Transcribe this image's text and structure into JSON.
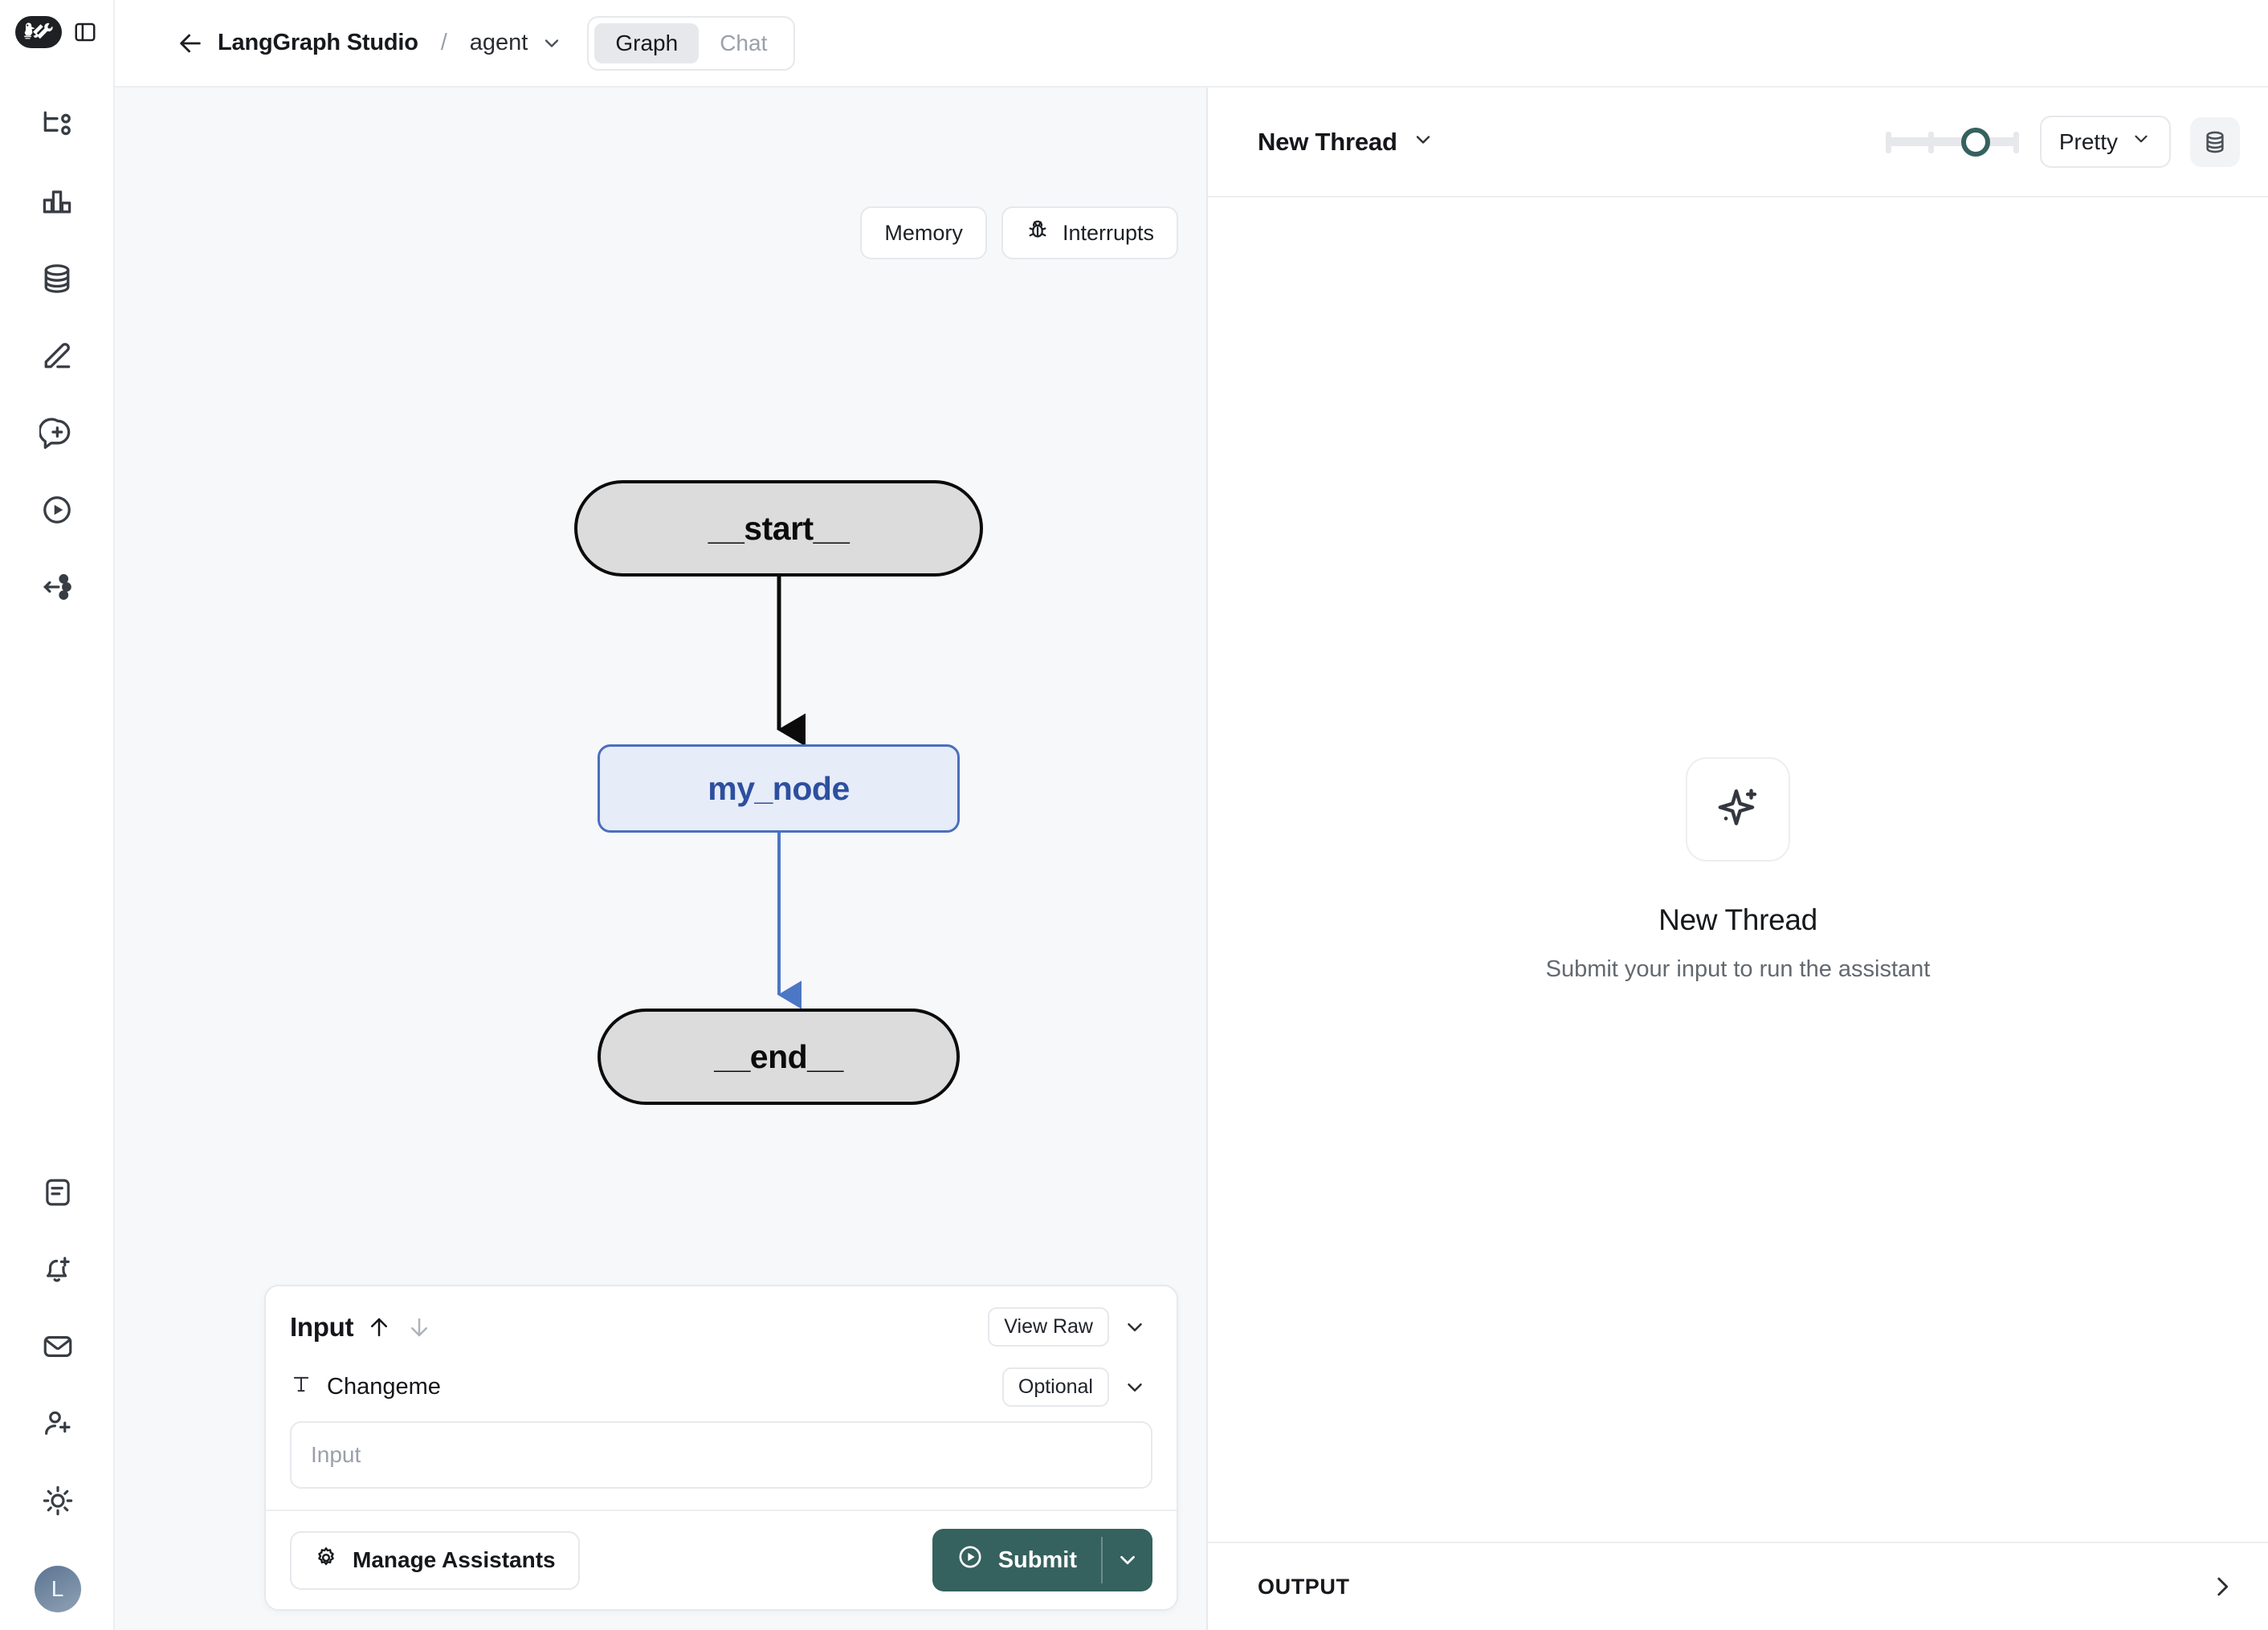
{
  "brand": {
    "logo_icon": "langchain-parrot-tools-icon",
    "panel_toggle_icon": "sidebar-panel-toggle-icon"
  },
  "colors": {
    "accent_teal": "#35615e",
    "node_active_border": "#4b6fbd",
    "node_active_fill": "#e6ecf8",
    "node_terminal_fill": "#dcdcdc",
    "canvas_bg": "#f7f8fa"
  },
  "topbar": {
    "back_icon": "arrow-left-icon",
    "title": "LangGraph Studio",
    "separator": "/",
    "assistant": "agent",
    "assistant_chevron_icon": "chevron-down-icon",
    "tabs": [
      {
        "label": "Graph",
        "active": true
      },
      {
        "label": "Chat",
        "active": false
      }
    ]
  },
  "rail": {
    "items": [
      {
        "icon": "git-branch-icon",
        "name": "graph"
      },
      {
        "icon": "bar-chart-icon",
        "name": "analytics"
      },
      {
        "icon": "database-icon",
        "name": "datasets"
      },
      {
        "icon": "pencil-line-icon",
        "name": "annotations"
      },
      {
        "icon": "message-plus-icon",
        "name": "prompts"
      },
      {
        "icon": "play-circle-icon",
        "name": "playground"
      },
      {
        "icon": "share-nodes-icon",
        "name": "deployments"
      }
    ],
    "bottom_items": [
      {
        "icon": "file-text-icon",
        "name": "docs"
      },
      {
        "icon": "bell-plus-icon",
        "name": "alerts"
      },
      {
        "icon": "mail-icon",
        "name": "inbox"
      },
      {
        "icon": "user-plus-icon",
        "name": "invite"
      },
      {
        "icon": "sun-icon",
        "name": "theme"
      }
    ],
    "avatar_initial": "L"
  },
  "graph": {
    "tools": [
      {
        "label": "Memory",
        "icon": null
      },
      {
        "label": "Interrupts",
        "icon": "bug-icon"
      }
    ],
    "nodes": [
      {
        "id": "start",
        "label": "__start__",
        "kind": "terminal"
      },
      {
        "id": "my_node",
        "label": "my_node",
        "kind": "active"
      },
      {
        "id": "end",
        "label": "__end__",
        "kind": "terminal"
      }
    ],
    "edges": [
      {
        "from": "start",
        "to": "my_node",
        "color": "#0b0b0b"
      },
      {
        "from": "my_node",
        "to": "end",
        "color": "#4b77c4"
      }
    ]
  },
  "input_panel": {
    "title": "Input",
    "up_arrow_icon": "arrow-up-icon",
    "down_arrow_icon": "arrow-down-icon",
    "view_raw_label": "View Raw",
    "collapse_icon": "chevron-down-icon",
    "field": {
      "type_icon": "text-type-icon",
      "label": "Changeme",
      "badge": "Optional",
      "badge_chevron_icon": "chevron-down-icon",
      "placeholder": "Input",
      "value": ""
    },
    "manage_assistants_label": "Manage Assistants",
    "manage_assistants_icon": "gear-icon",
    "submit_label": "Submit",
    "submit_icon": "play-circle-icon",
    "submit_caret_icon": "chevron-down-icon"
  },
  "thread": {
    "header": {
      "title": "New Thread",
      "title_chevron_icon": "chevron-down-icon",
      "slider": {
        "name": "history-slider",
        "ticks": 4,
        "value_index": 3,
        "min": 1,
        "max": 4
      },
      "format_label": "Pretty",
      "format_chevron_icon": "chevron-down-icon",
      "state_icon": "database-icon"
    },
    "empty": {
      "icon": "sparkles-icon",
      "title": "New Thread",
      "subtitle": "Submit your input to run the assistant"
    },
    "output": {
      "label": "OUTPUT",
      "expand_icon": "chevron-right-icon"
    }
  }
}
